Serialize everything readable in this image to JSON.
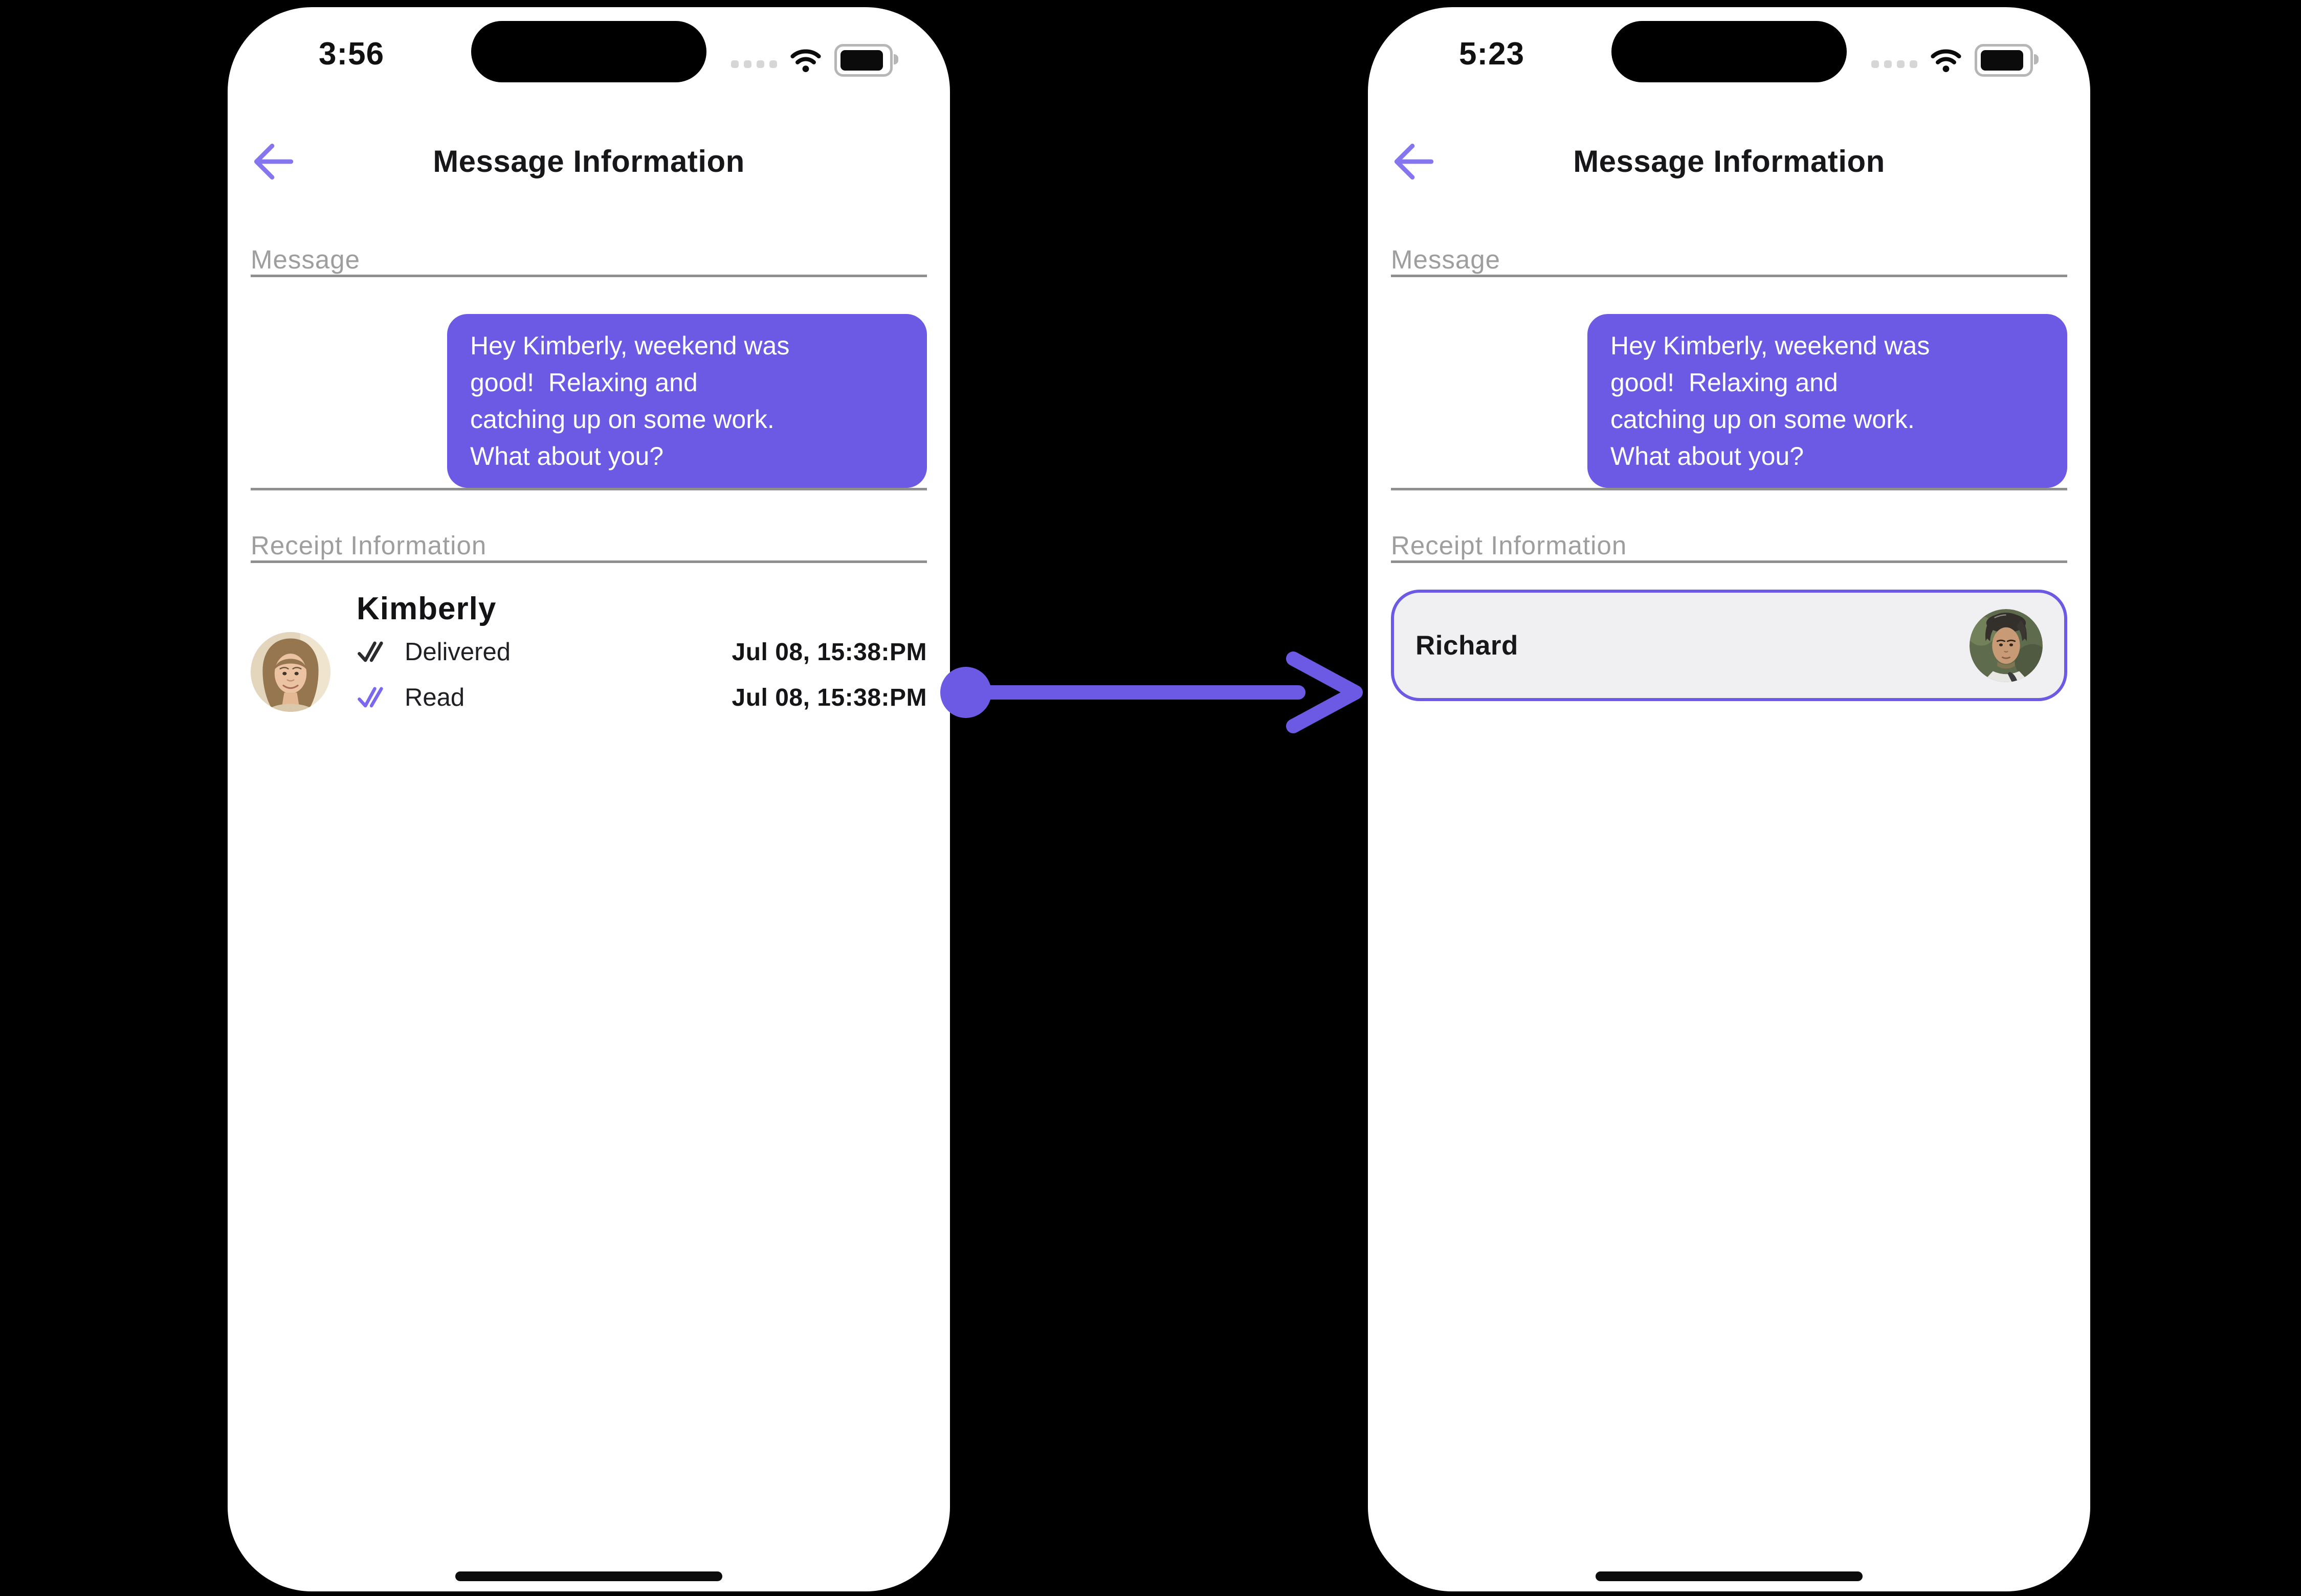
{
  "colors": {
    "canvas_bg": "#000000",
    "phone_bg": "#FFFFFF",
    "accent": "#6C5AE4",
    "accent_light": "#8576F0",
    "bubble_bg": "#6C5AE4",
    "bubble_text": "#FFFFFF",
    "label_gray": "#9E9E9E",
    "divider_gray": "#8F8F8F",
    "card_bg": "#F0EFF2",
    "delivered_check": "#2B2B2E",
    "read_check": "#7B68EE"
  },
  "icons": {
    "back": "arrow-left",
    "cellular": "four-dots",
    "wifi": "wifi-arcs",
    "battery": "battery-full",
    "delivered": "double-check",
    "read": "double-check",
    "flow": "circle-line-arrow-right"
  },
  "phones": {
    "left": {
      "time": "3:56",
      "title": "Message Information",
      "message_label": "Message",
      "bubble_text": "Hey Kimberly, weekend was\ngood!  Relaxing and\ncatching up on some work.\nWhat about you?",
      "receipt_label": "Receipt Information",
      "contact": {
        "name": "Kimberly",
        "avatar": "woman-photo",
        "rows": [
          {
            "status": "Delivered",
            "timestamp": "Jul 08, 15:38:PM"
          },
          {
            "status": "Read",
            "timestamp": "Jul 08, 15:38:PM"
          }
        ]
      }
    },
    "right": {
      "time": "5:23",
      "title": "Message Information",
      "message_label": "Message",
      "bubble_text": "Hey Kimberly, weekend was\ngood!  Relaxing and\ncatching up on some work.\nWhat about you?",
      "receipt_label": "Receipt Information",
      "recipient": {
        "name": "Richard",
        "avatar": "man-photo"
      }
    }
  }
}
